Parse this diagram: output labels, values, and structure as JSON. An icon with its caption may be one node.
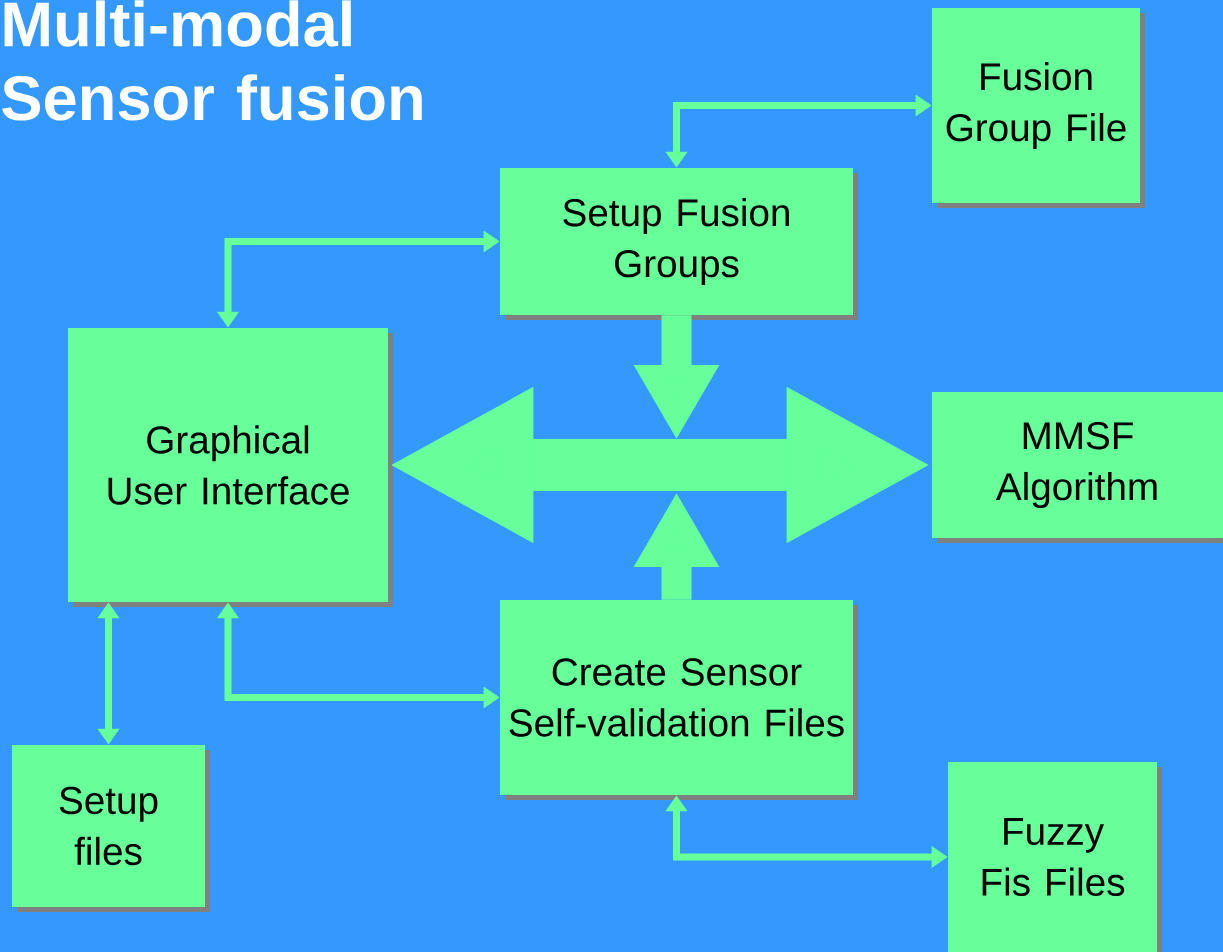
{
  "diagram": {
    "title": "Multi-modal Sensor fusion",
    "nodes": [
      {
        "text": [
          "Fusion Group File"
        ]
      },
      {
        "text": [
          "Setup Fusion Groups"
        ]
      },
      {
        "text": [
          "Graphical User Interface"
        ]
      },
      {
        "text": [
          "MMSF Algorithm"
        ]
      },
      {
        "text": [
          "Create Sensor Self-validation Files"
        ]
      },
      {
        "text": [
          "Setup files"
        ]
      },
      {
        "text": [
          "Fuzzy Fis Files"
        ]
      }
    ],
    "edges": [
      {
        "from": 1,
        "to": 0,
        "arrow": "both"
      },
      {
        "from": 2,
        "to": 1,
        "arrow": "both"
      },
      {
        "from": 2,
        "to": 3,
        "arrow": "both",
        "style": "thick"
      },
      {
        "from": 1,
        "to": null,
        "arrow": "to",
        "style": "thick"
      },
      {
        "from": 4,
        "to": null,
        "arrow": "to",
        "style": "thick"
      },
      {
        "from": 2,
        "to": 5,
        "arrow": "both"
      },
      {
        "from": 2,
        "to": 4,
        "arrow": "both"
      },
      {
        "from": 4,
        "to": 6,
        "arrow": "both"
      }
    ]
  }
}
